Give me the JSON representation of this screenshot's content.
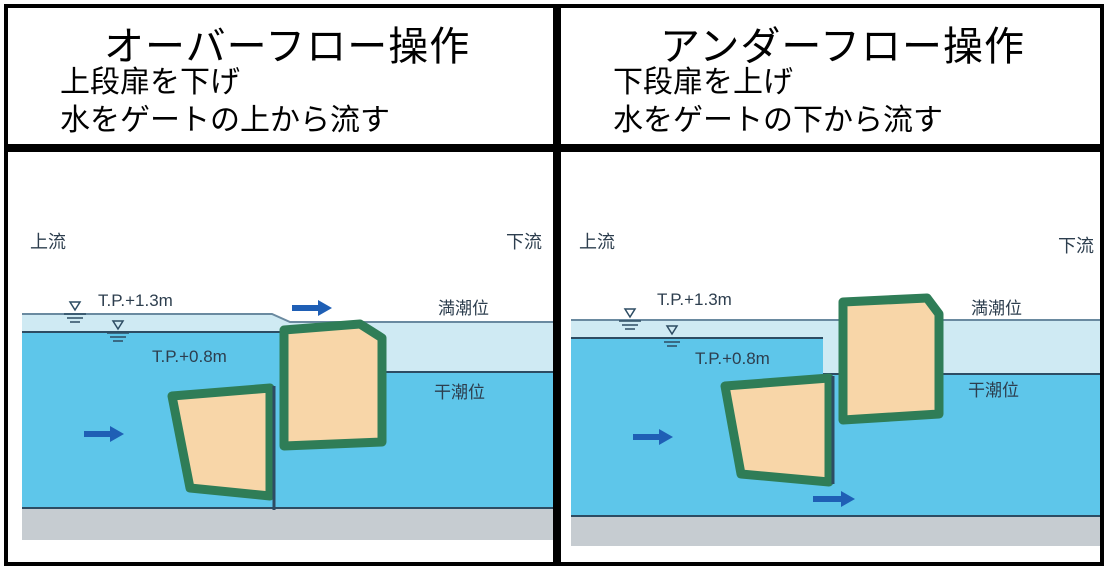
{
  "colors": {
    "water_upper": "#cfeaf3",
    "water_main": "#5ec6ea",
    "bed": "#c6ccd1",
    "gate_fill": "#f8d6a8",
    "gate_frame": "#2f7d57",
    "arrow": "#1f5fb5",
    "label": "#2d3e4e"
  },
  "panels": [
    {
      "title": "オーバーフロー操作",
      "line1": "上段扉を下げ",
      "line2": "水をゲートの上から流す",
      "diagram": {
        "upstream": "上流",
        "downstream": "下流",
        "level_high": "T.P.+1.3m",
        "level_low": "T.P.+0.8m",
        "high_tide": "満潮位",
        "low_tide": "干潮位"
      }
    },
    {
      "title": "アンダーフロー操作",
      "line1": "下段扉を上げ",
      "line2": "水をゲートの下から流す",
      "diagram": {
        "upstream": "上流",
        "downstream": "下流",
        "level_high": "T.P.+1.3m",
        "level_low": "T.P.+0.8m",
        "high_tide": "満潮位",
        "low_tide": "干潮位"
      }
    }
  ]
}
